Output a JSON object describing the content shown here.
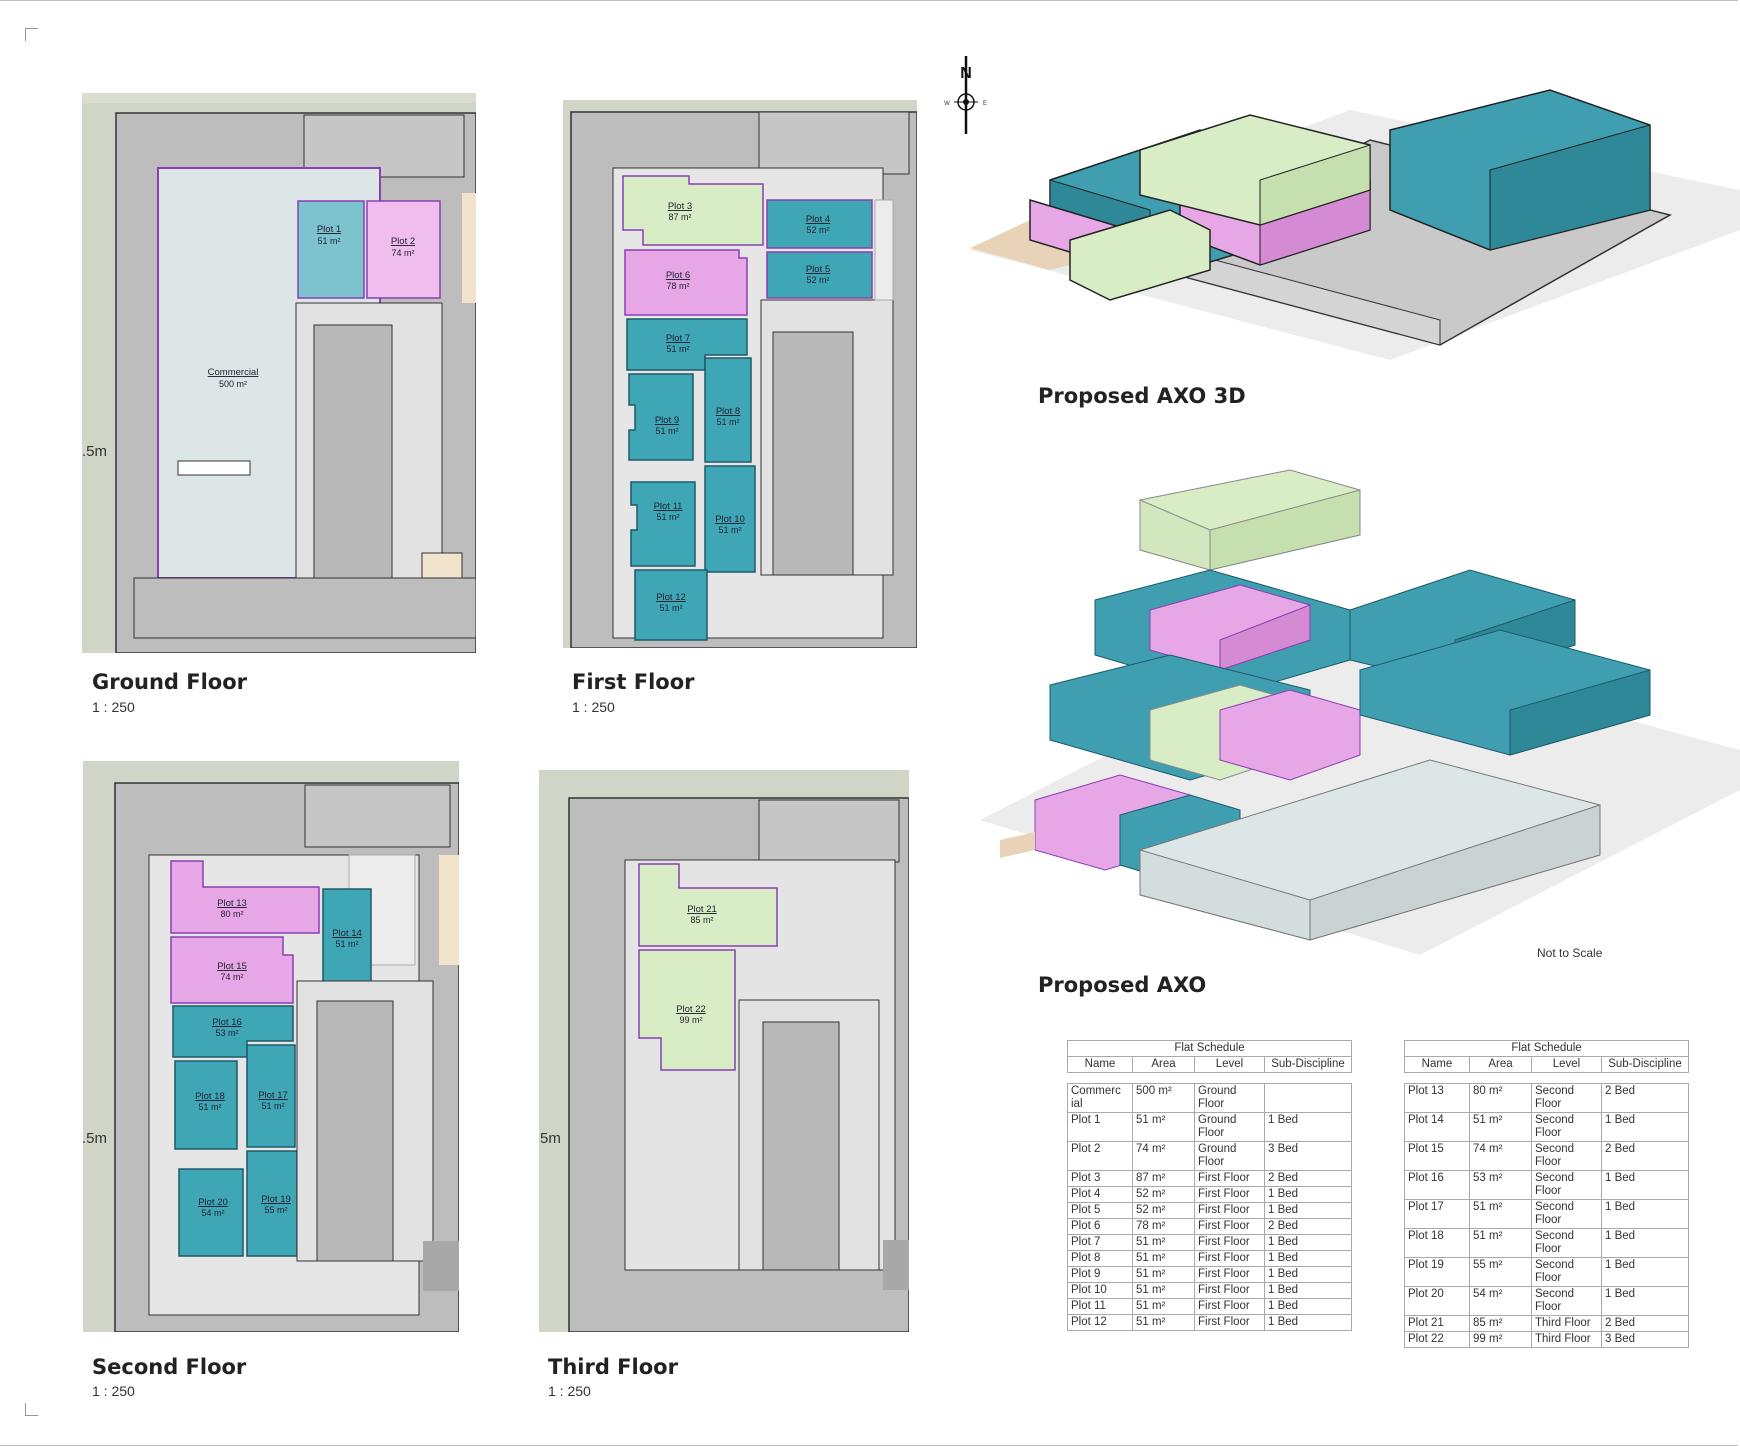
{
  "plans": [
    {
      "id": "ground",
      "title": "Ground Floor",
      "scale": "1 : 250",
      "dim": ".5m",
      "rooms": [
        {
          "name": "Commercial",
          "area": "500 m²"
        },
        {
          "name": "Plot 1",
          "area": "51 m²"
        },
        {
          "name": "Plot 2",
          "area": "74 m²"
        }
      ]
    },
    {
      "id": "first",
      "title": "First Floor",
      "scale": "1 : 250",
      "rooms": [
        {
          "name": "Plot 3",
          "area": "87 m²"
        },
        {
          "name": "Plot 4",
          "area": "52 m²"
        },
        {
          "name": "Plot 5",
          "area": "52 m²"
        },
        {
          "name": "Plot 6",
          "area": "78 m²"
        },
        {
          "name": "Plot 7",
          "area": "51 m²"
        },
        {
          "name": "Plot 8",
          "area": "51 m²"
        },
        {
          "name": "Plot 9",
          "area": "51 m²"
        },
        {
          "name": "Plot 10",
          "area": "51 m²"
        },
        {
          "name": "Plot 11",
          "area": "51 m²"
        },
        {
          "name": "Plot 12",
          "area": "51 m²"
        }
      ]
    },
    {
      "id": "second",
      "title": "Second Floor",
      "scale": "1 : 250",
      "dim": ".5m",
      "rooms": [
        {
          "name": "Plot 13",
          "area": "80 m²"
        },
        {
          "name": "Plot 14",
          "area": "51 m²"
        },
        {
          "name": "Plot 15",
          "area": "74 m²"
        },
        {
          "name": "Plot 16",
          "area": "53 m²"
        },
        {
          "name": "Plot 17",
          "area": "51 m²"
        },
        {
          "name": "Plot 18",
          "area": "51 m²"
        },
        {
          "name": "Plot 19",
          "area": "55 m²"
        },
        {
          "name": "Plot 20",
          "area": "54 m²"
        }
      ]
    },
    {
      "id": "third",
      "title": "Third Floor",
      "scale": "1 : 250",
      "dim": "5m",
      "rooms": [
        {
          "name": "Plot 21",
          "area": "85 m²"
        },
        {
          "name": "Plot 22",
          "area": "99 m²"
        }
      ]
    }
  ],
  "compass": {
    "north": "N",
    "west": "W",
    "east": "E"
  },
  "axo": {
    "title_3d": "Proposed AXO 3D",
    "title_exploded": "Proposed AXO",
    "not_to_scale": "Not to Scale"
  },
  "colors": {
    "one_bed": "#3fa6b5",
    "two_bed": "#e7b3e6",
    "three_bed": "#e9b8ea",
    "green": "#d8ecc6",
    "commercial": "#dde6e6",
    "road": "#bdbdbd",
    "site": "#cfd6c7",
    "purple_line": "#8a3fb4"
  },
  "schedules": [
    {
      "caption": "Flat Schedule",
      "headers": [
        "Name",
        "Area",
        "Level",
        "Sub-Discipline"
      ],
      "rows": [
        [
          "Commerc ial",
          "500 m²",
          "Ground Floor",
          ""
        ],
        [
          "Plot 1",
          "51 m²",
          "Ground Floor",
          "1 Bed"
        ],
        [
          "Plot 2",
          "74 m²",
          "Ground Floor",
          "3 Bed"
        ],
        [
          "Plot 3",
          "87 m²",
          "First Floor",
          "2 Bed"
        ],
        [
          "Plot 4",
          "52 m²",
          "First Floor",
          "1 Bed"
        ],
        [
          "Plot 5",
          "52 m²",
          "First Floor",
          "1 Bed"
        ],
        [
          "Plot 6",
          "78 m²",
          "First Floor",
          "2 Bed"
        ],
        [
          "Plot 7",
          "51 m²",
          "First Floor",
          "1 Bed"
        ],
        [
          "Plot 8",
          "51 m²",
          "First Floor",
          "1 Bed"
        ],
        [
          "Plot 9",
          "51 m²",
          "First Floor",
          "1 Bed"
        ],
        [
          "Plot 10",
          "51 m²",
          "First Floor",
          "1 Bed"
        ],
        [
          "Plot 11",
          "51 m²",
          "First Floor",
          "1 Bed"
        ],
        [
          "Plot 12",
          "51 m²",
          "First Floor",
          "1 Bed"
        ]
      ]
    },
    {
      "caption": "Flat Schedule",
      "headers": [
        "Name",
        "Area",
        "Level",
        "Sub-Discipline"
      ],
      "rows": [
        [
          "Plot 13",
          "80 m²",
          "Second Floor",
          "2 Bed"
        ],
        [
          "Plot 14",
          "51 m²",
          "Second Floor",
          "1 Bed"
        ],
        [
          "Plot 15",
          "74 m²",
          "Second Floor",
          "2 Bed"
        ],
        [
          "Plot 16",
          "53 m²",
          "Second Floor",
          "1 Bed"
        ],
        [
          "Plot 17",
          "51 m²",
          "Second Floor",
          "1 Bed"
        ],
        [
          "Plot 18",
          "51 m²",
          "Second Floor",
          "1 Bed"
        ],
        [
          "Plot 19",
          "55 m²",
          "Second Floor",
          "1 Bed"
        ],
        [
          "Plot 20",
          "54 m²",
          "Second Floor",
          "1 Bed"
        ],
        [
          "Plot 21",
          "85 m²",
          "Third Floor",
          "2 Bed"
        ],
        [
          "Plot 22",
          "99 m²",
          "Third Floor",
          "3 Bed"
        ]
      ]
    }
  ]
}
